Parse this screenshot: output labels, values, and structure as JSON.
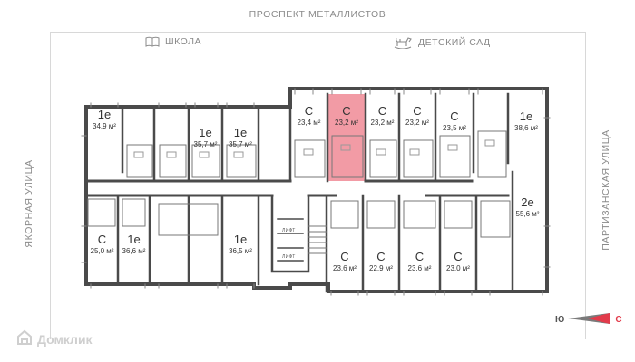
{
  "streets": {
    "top": "ПРОСПЕКТ МЕТАЛЛИСТОВ",
    "left": "ЯКОРНАЯ УЛИЦА",
    "right": "ПАРТИЗАНСКАЯ УЛИЦА"
  },
  "pois": [
    {
      "label": "ШКОЛА",
      "icon": "book-icon"
    },
    {
      "label": "ДЕТСКИЙ САД",
      "icon": "rocking-horse-icon"
    }
  ],
  "apartments": [
    {
      "type": "1е",
      "area": "34,9 м²",
      "selected": false
    },
    {
      "type": "1е",
      "area": "35,7 м²",
      "selected": false
    },
    {
      "type": "1е",
      "area": "35,7 м²",
      "selected": false
    },
    {
      "type": "С",
      "area": "23,4 м²",
      "selected": false
    },
    {
      "type": "С",
      "area": "23,2 м²",
      "selected": true
    },
    {
      "type": "С",
      "area": "23,2 м²",
      "selected": false
    },
    {
      "type": "С",
      "area": "23,2 м²",
      "selected": false
    },
    {
      "type": "С",
      "area": "23,5 м²",
      "selected": false
    },
    {
      "type": "1е",
      "area": "38,6 м²",
      "selected": false
    },
    {
      "type": "2е",
      "area": "55,6 м²",
      "selected": false
    },
    {
      "type": "С",
      "area": "25,0 м²",
      "selected": false
    },
    {
      "type": "1е",
      "area": "36,6 м²",
      "selected": false
    },
    {
      "type": "1е",
      "area": "36,5 м²",
      "selected": false
    },
    {
      "type": "С",
      "area": "23,6 м²",
      "selected": false
    },
    {
      "type": "С",
      "area": "22,9 м²",
      "selected": false
    },
    {
      "type": "С",
      "area": "23,6 м²",
      "selected": false
    },
    {
      "type": "С",
      "area": "23,0 м²",
      "selected": false
    }
  ],
  "lifts": [
    "ЛИФТ",
    "ЛИФТ"
  ],
  "compass": {
    "from": "Ю",
    "to": "С"
  },
  "brand": {
    "name": "Домклик"
  },
  "colors": {
    "selected": "#f08a95",
    "wall": "#4a4a4a",
    "accent": "#e23b4b"
  }
}
